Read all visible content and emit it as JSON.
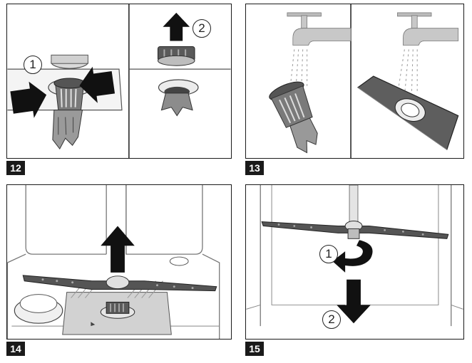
{
  "figures": [
    {
      "number": "12",
      "callouts": [
        "1",
        "2"
      ]
    },
    {
      "number": "13"
    },
    {
      "number": "14"
    },
    {
      "number": "15",
      "callouts": [
        "1",
        "2"
      ]
    }
  ]
}
